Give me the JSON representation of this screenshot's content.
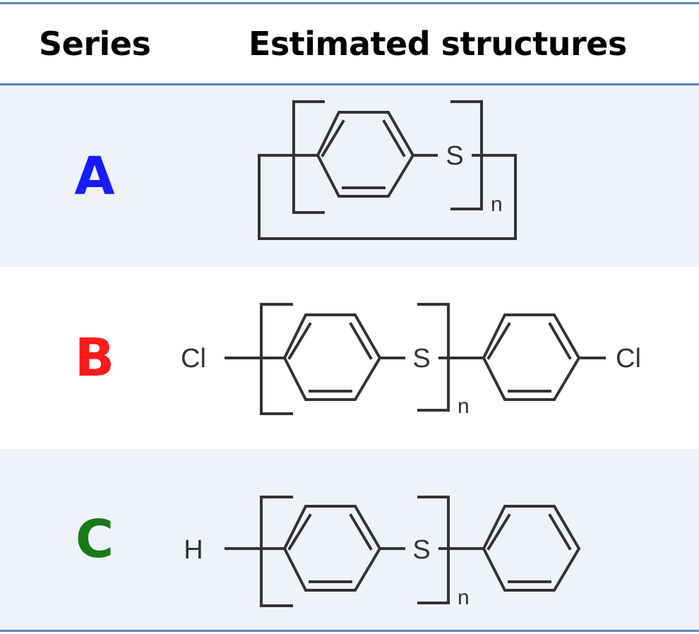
{
  "table": {
    "headers": {
      "series": "Series",
      "structures": "Estimated structures"
    },
    "rows": [
      {
        "series": "A",
        "color": "#1a1aff",
        "atoms": {
          "sulfur": "S",
          "repeat": "n"
        }
      },
      {
        "series": "B",
        "color": "#ff1a1a",
        "atoms": {
          "end_left": "Cl",
          "sulfur": "S",
          "repeat": "n",
          "end_right": "Cl"
        }
      },
      {
        "series": "C",
        "color": "#1a7a1a",
        "atoms": {
          "end_left": "H",
          "sulfur": "S",
          "repeat": "n"
        }
      }
    ]
  },
  "style": {
    "rule_color": "#5b85bd",
    "shade_color": "#eff2f9",
    "bond_color": "#333333"
  }
}
